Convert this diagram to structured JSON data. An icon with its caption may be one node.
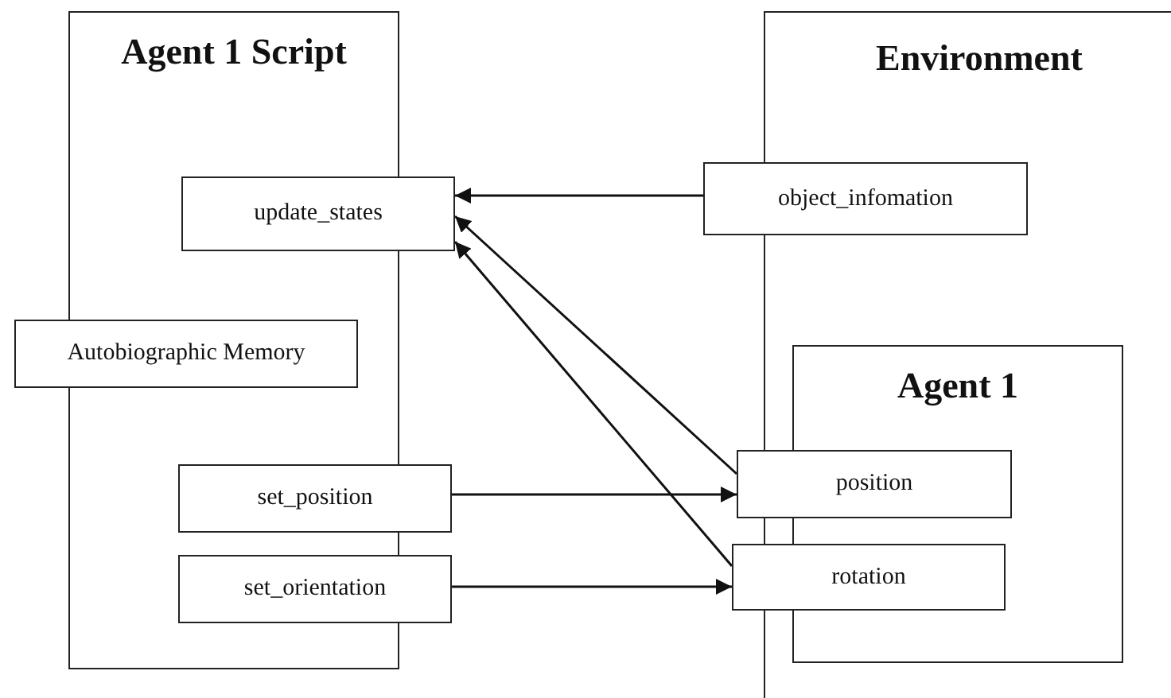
{
  "diagram": {
    "nodes": [
      {
        "text": [
          "Agent 1 Script"
        ]
      },
      {
        "text": [
          "update_states"
        ]
      },
      {
        "text": [
          "Autobiographic Memory"
        ]
      },
      {
        "text": [
          "set_position"
        ]
      },
      {
        "text": [
          "set_orientation"
        ]
      },
      {
        "text": [
          "Environment"
        ]
      },
      {
        "text": [
          "object_infomation"
        ]
      },
      {
        "text": [
          "Agent 1"
        ],
        "in": 5
      },
      {
        "text": [
          "position"
        ]
      },
      {
        "text": [
          "rotation"
        ]
      }
    ],
    "edges": [
      {
        "from": 6,
        "to": 1,
        "arrow": "to"
      },
      {
        "from": 8,
        "to": 1,
        "arrow": "to"
      },
      {
        "from": 9,
        "to": 1,
        "arrow": "to"
      },
      {
        "from": 3,
        "to": 8,
        "arrow": "to"
      },
      {
        "from": 4,
        "to": 9,
        "arrow": "to"
      }
    ]
  }
}
